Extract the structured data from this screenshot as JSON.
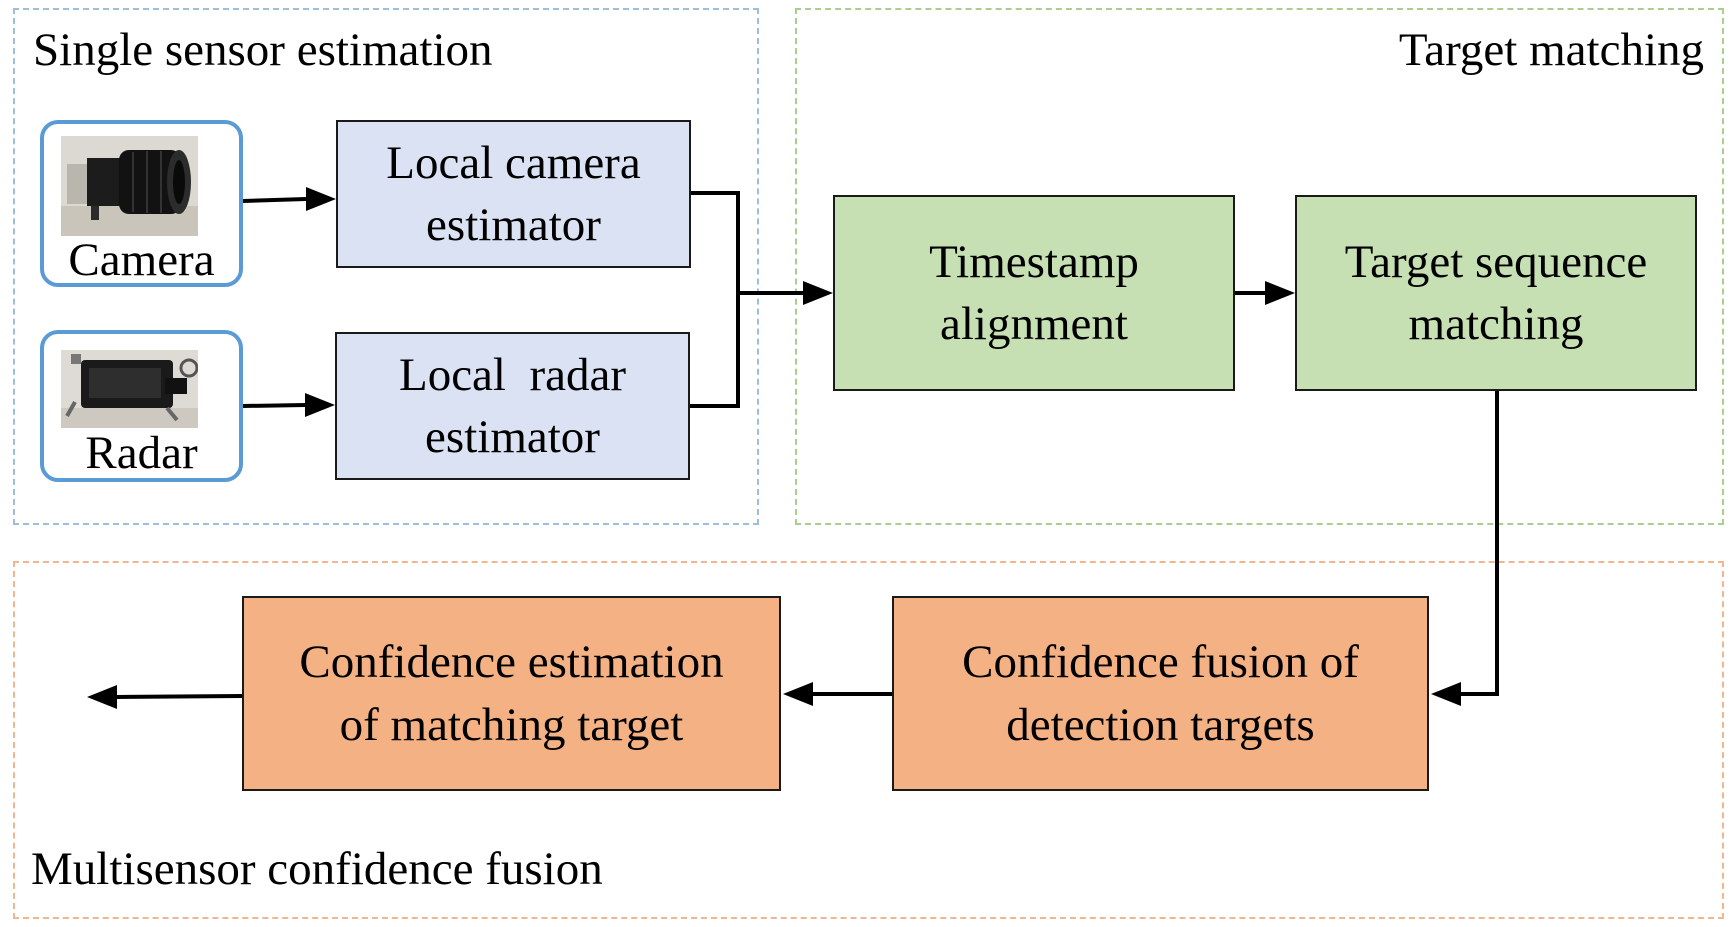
{
  "regions": {
    "single": "Single sensor estimation",
    "target": "Target matching",
    "multi": "Multisensor  confidence fusion"
  },
  "sensors": {
    "camera": {
      "label": "Camera",
      "icon": "camera-icon"
    },
    "radar": {
      "label": "Radar",
      "icon": "radar-icon"
    }
  },
  "boxes": {
    "local_camera": [
      "Local camera",
      "estimator"
    ],
    "local_radar": [
      "Local  radar",
      "estimator"
    ],
    "timestamp": [
      "Timestamp",
      "alignment"
    ],
    "sequence": [
      "Target sequence",
      "matching"
    ],
    "fusion": [
      "Confidence fusion of",
      "detection targets"
    ],
    "estimation": [
      "Confidence estimation",
      "of matching target"
    ]
  },
  "colors": {
    "single_border": "#9dbfdc",
    "target_border": "#a9cf8f",
    "multi_border": "#efb690",
    "blue_fill": "#dbe2f3",
    "green_fill": "#c6e0b3",
    "orange_fill": "#f4b183",
    "sensor_border": "#5b9bd5"
  }
}
